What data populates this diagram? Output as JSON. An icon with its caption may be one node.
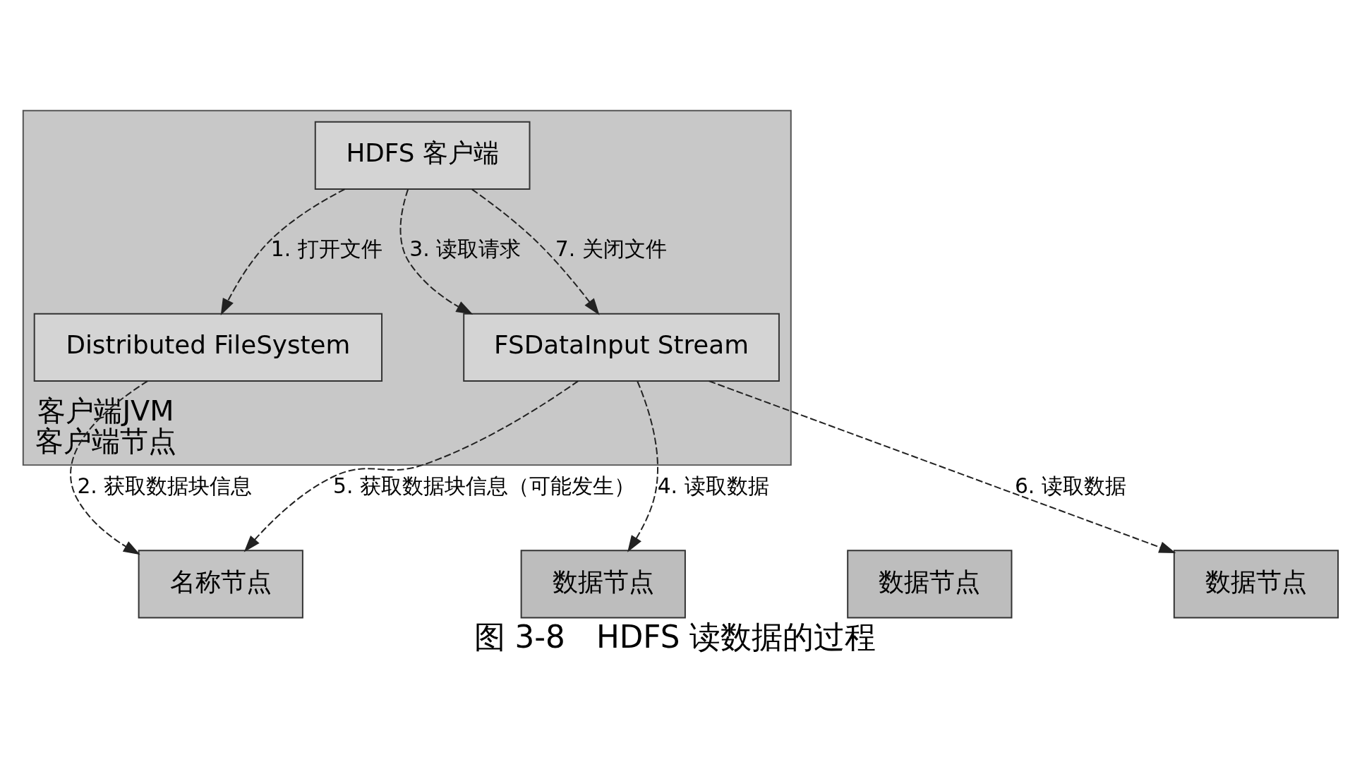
{
  "diagram": {
    "caption": "图 3-8　HDFS 读数据的过程",
    "nodes": [
      {
        "text": [
          "客户端JVM",
          "客户端节点"
        ]
      },
      {
        "text": [
          "HDFS 客户端"
        ],
        "in": 0
      },
      {
        "text": [
          "Distributed FileSystem"
        ],
        "in": 0
      },
      {
        "text": [
          "FSDataInput Stream"
        ],
        "in": 0
      },
      {
        "text": [
          "名称节点"
        ]
      },
      {
        "text": [
          "数据节点"
        ]
      },
      {
        "text": [
          "数据节点"
        ]
      },
      {
        "text": [
          "数据节点"
        ]
      }
    ],
    "edges": [
      {
        "from": 1,
        "to": 2,
        "arrow": "to",
        "label": "1. 打开文件",
        "style": "dashed"
      },
      {
        "from": 2,
        "to": 4,
        "arrow": "to",
        "label": "2. 获取数据块信息",
        "style": "dashed"
      },
      {
        "from": 1,
        "to": 3,
        "arrow": "to",
        "label": "3. 读取请求",
        "style": "dashed"
      },
      {
        "from": 3,
        "to": 5,
        "arrow": "to",
        "label": "4. 读取数据",
        "style": "dashed"
      },
      {
        "from": 3,
        "to": 4,
        "arrow": "to",
        "label": "5. 获取数据块信息（可能发生）",
        "style": "dashed"
      },
      {
        "from": 3,
        "to": 7,
        "arrow": "to",
        "label": "6. 读取数据",
        "style": "dashed"
      },
      {
        "from": 1,
        "to": 3,
        "arrow": "to",
        "label": "7. 关闭文件",
        "style": "dashed"
      }
    ]
  }
}
